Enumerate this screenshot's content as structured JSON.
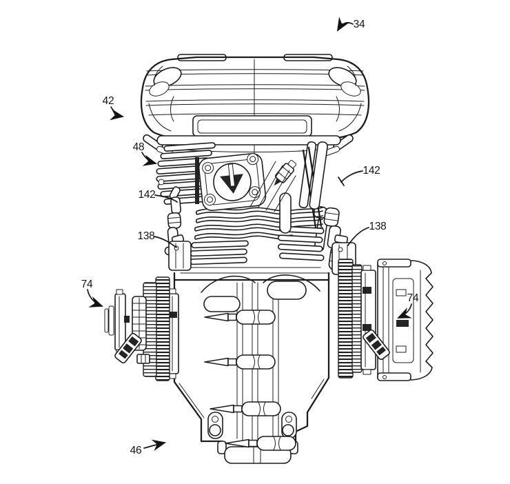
{
  "figure": {
    "kind": "patent-line-drawing",
    "subject": "engine-assembly-front-elevation",
    "background_color": "#ffffff",
    "line_color": "#1c1c1c",
    "label_color": "#141414"
  },
  "labels": {
    "l34": "34",
    "l42": "42",
    "l48": "48",
    "l142_left": "142",
    "l142_right": "142",
    "l138_left": "138",
    "l138_right": "138",
    "l74_left": "74",
    "l74_right": "74",
    "l46": "46"
  }
}
